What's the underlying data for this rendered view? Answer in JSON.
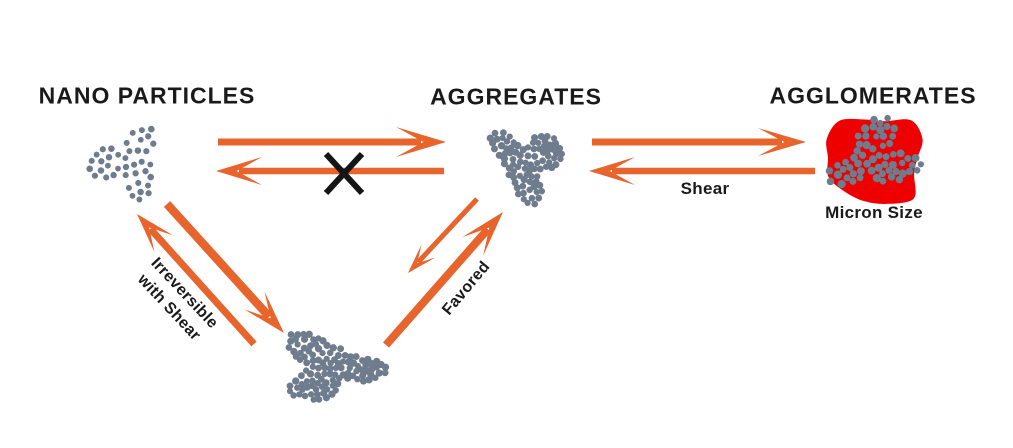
{
  "diagram": {
    "nodes": {
      "nano": {
        "label": "NANO PARTICLES"
      },
      "aggregates": {
        "label": "AGGREGATES"
      },
      "agglomerates": {
        "label": "AGGLOMERATES",
        "sublabel": "Micron Size"
      }
    },
    "edge_labels": {
      "shear": "Shear",
      "irreversible_line1": "Irreversible",
      "irreversible_line2": "with Shear",
      "favored": "Favored"
    },
    "colors": {
      "arrow": "#E8642D",
      "particle": "#6F7C8E",
      "agglomerate": "#EE0000",
      "text": "#1A1A1A",
      "background": "#FFFFFF",
      "x_mark": "#151515"
    }
  }
}
